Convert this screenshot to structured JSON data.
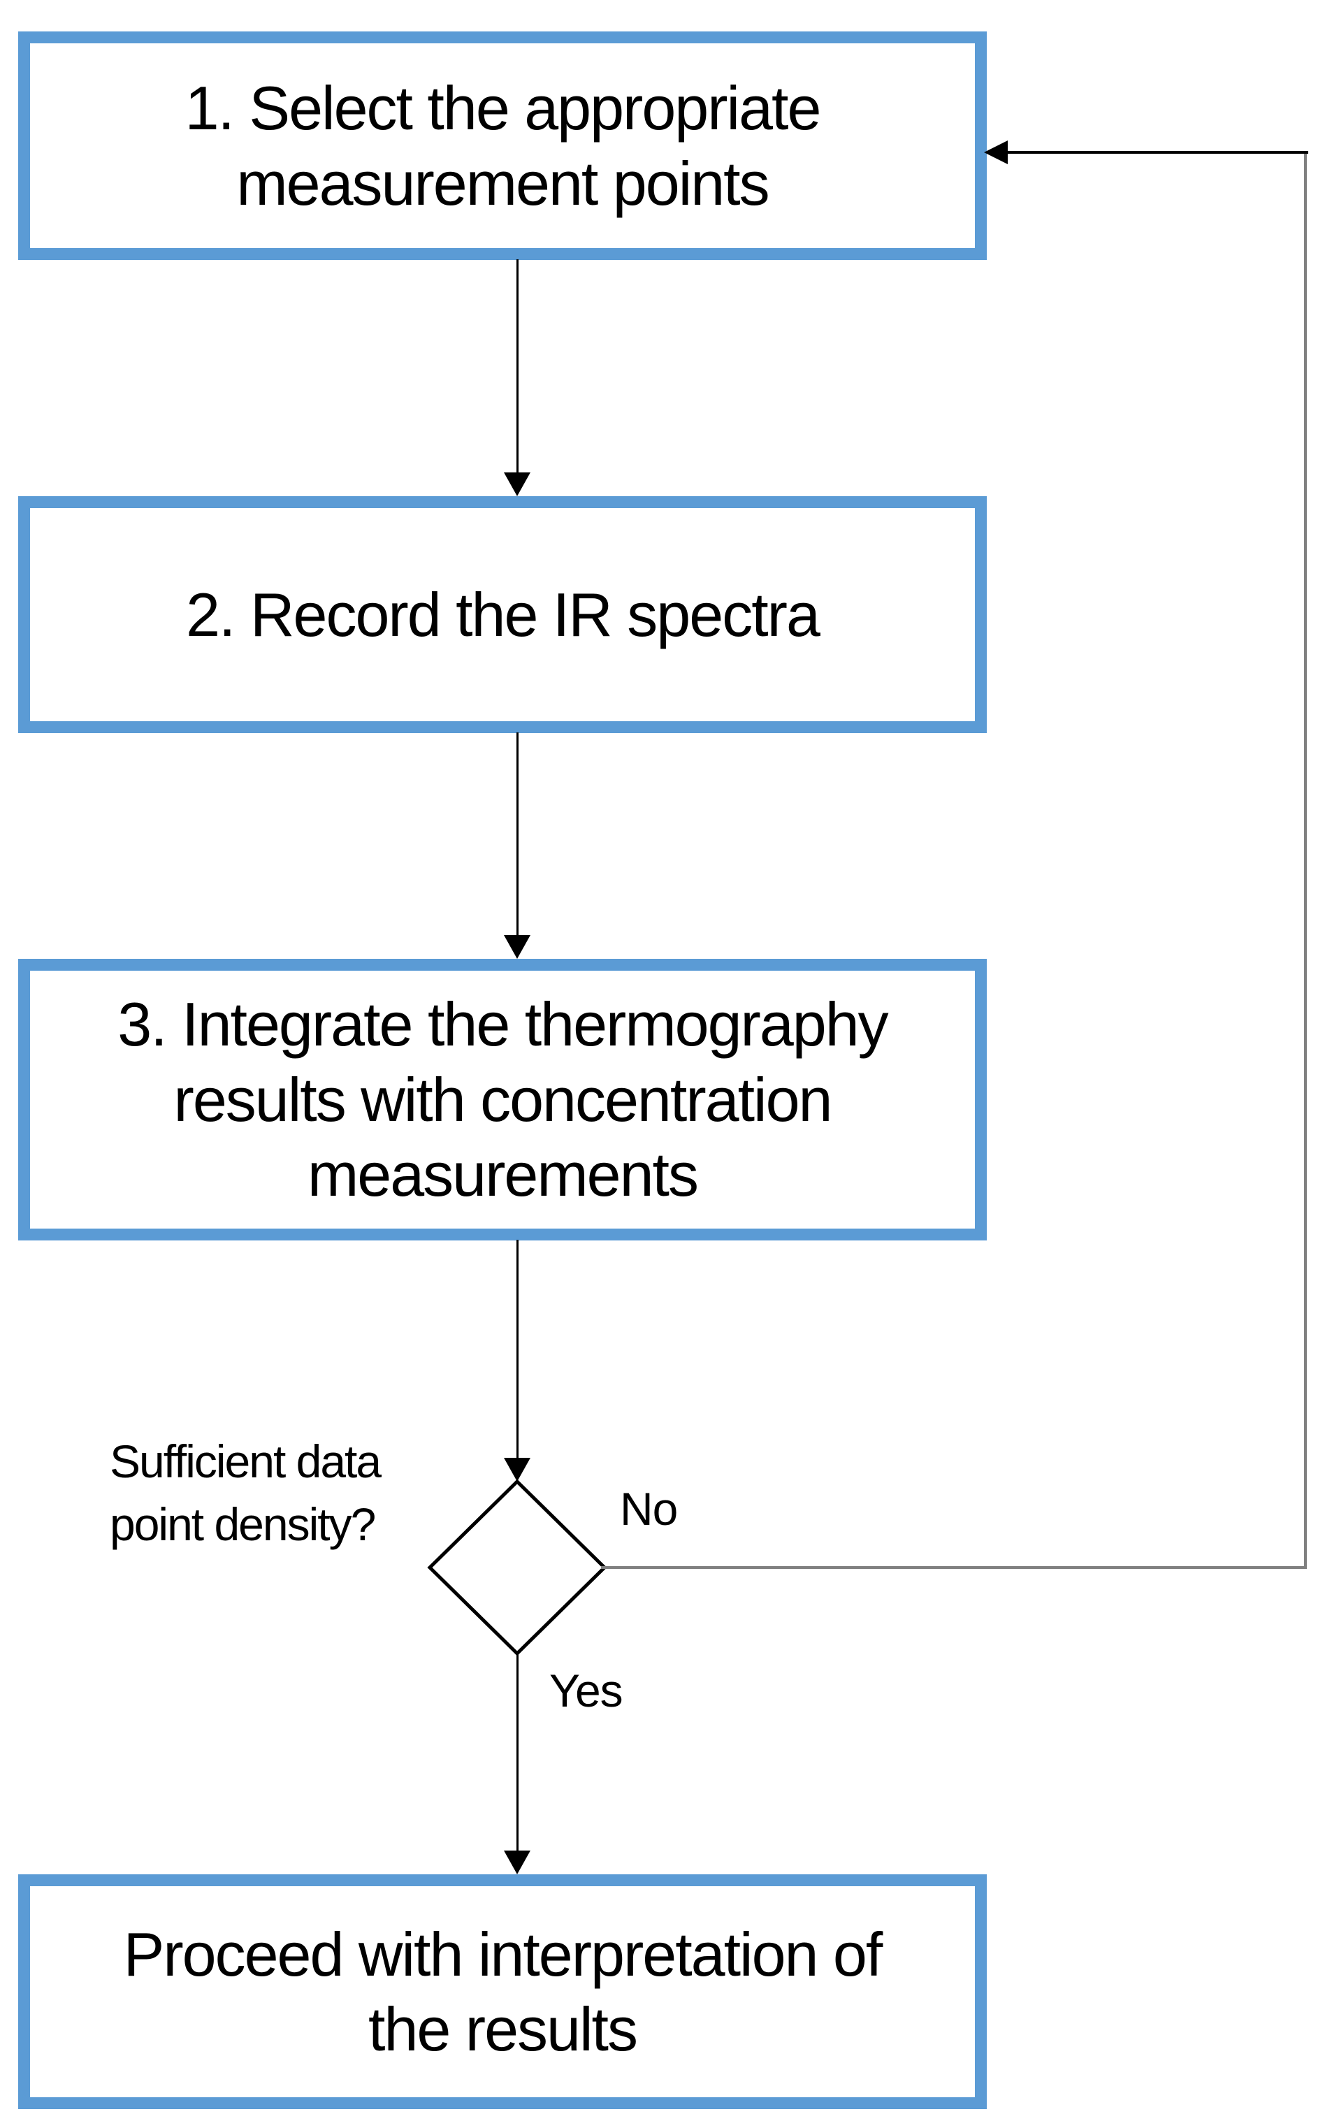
{
  "diagram": {
    "type": "flowchart",
    "colors": {
      "box_border": "#5b9bd5",
      "box_fill": "#ffffff",
      "arrow_black": "#000000",
      "connector_gray": "#808080",
      "text": "#000000",
      "background": "#ffffff"
    },
    "nodes": [
      {
        "id": "step1",
        "shape": "rect",
        "lines": [
          "1. Select the appropriate",
          "measurement points"
        ]
      },
      {
        "id": "step2",
        "shape": "rect",
        "lines": [
          "2. Record the IR spectra"
        ]
      },
      {
        "id": "step3",
        "shape": "rect",
        "lines": [
          "3. Integrate the thermography",
          "results with concentration",
          "measurements"
        ]
      },
      {
        "id": "decision",
        "shape": "diamond",
        "label_lines": [
          "Sufficient data",
          "point density?"
        ]
      },
      {
        "id": "result",
        "shape": "rect",
        "lines": [
          "Proceed with interpretation of",
          "the results"
        ]
      }
    ],
    "edges": [
      {
        "from": "step1",
        "to": "step2",
        "label": ""
      },
      {
        "from": "step2",
        "to": "step3",
        "label": ""
      },
      {
        "from": "step3",
        "to": "decision",
        "label": ""
      },
      {
        "from": "decision",
        "to": "result",
        "label": "Yes"
      },
      {
        "from": "decision",
        "to": "step1",
        "label": "No"
      }
    ]
  }
}
